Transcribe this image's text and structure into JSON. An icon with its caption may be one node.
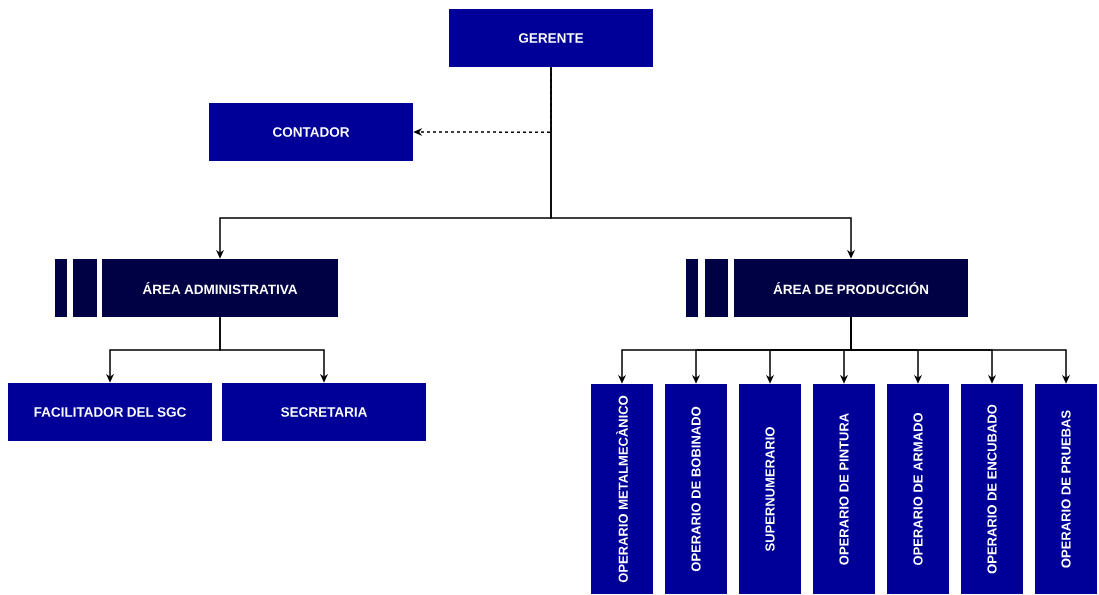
{
  "diagram": {
    "nodes": [
      {
        "text": [
          "GERENTE"
        ]
      },
      {
        "text": [
          "CONTADOR"
        ]
      },
      {
        "text": [
          "ÁREA ADMINISTRATIVA"
        ]
      },
      {
        "text": [
          "ÁREA DE PRODUCCIÓN"
        ]
      },
      {
        "text": [
          "FACILITADOR DEL SGC"
        ]
      },
      {
        "text": [
          "SECRETARIA"
        ]
      },
      {
        "text": [
          "OPERARIO METALMECÀNICO"
        ]
      },
      {
        "text": [
          "OPERARIO DE BOBINADO"
        ]
      },
      {
        "text": [
          "SUPERNUMERARIO"
        ]
      },
      {
        "text": [
          "OPERARIO DE PINTURA"
        ]
      },
      {
        "text": [
          "OPERARIO DE ARMADO"
        ]
      },
      {
        "text": [
          "OPERARIO DE ENCUBADO"
        ]
      },
      {
        "text": [
          "OPERARIO DE PRUEBAS"
        ]
      }
    ],
    "edges": [
      {
        "from": 0,
        "to": 1,
        "arrow": "to",
        "style": "dashed"
      },
      {
        "from": 0,
        "to": 2,
        "arrow": "to"
      },
      {
        "from": 0,
        "to": 3,
        "arrow": "to"
      },
      {
        "from": 2,
        "to": 4,
        "arrow": "to"
      },
      {
        "from": 2,
        "to": 5,
        "arrow": "to"
      },
      {
        "from": 3,
        "to": 6,
        "arrow": "to"
      },
      {
        "from": 3,
        "to": 7,
        "arrow": "to"
      },
      {
        "from": 3,
        "to": 8,
        "arrow": "to"
      },
      {
        "from": 3,
        "to": 9,
        "arrow": "to"
      },
      {
        "from": 3,
        "to": 10,
        "arrow": "to"
      },
      {
        "from": 3,
        "to": 11,
        "arrow": "to"
      },
      {
        "from": 3,
        "to": 12,
        "arrow": "to"
      }
    ]
  }
}
